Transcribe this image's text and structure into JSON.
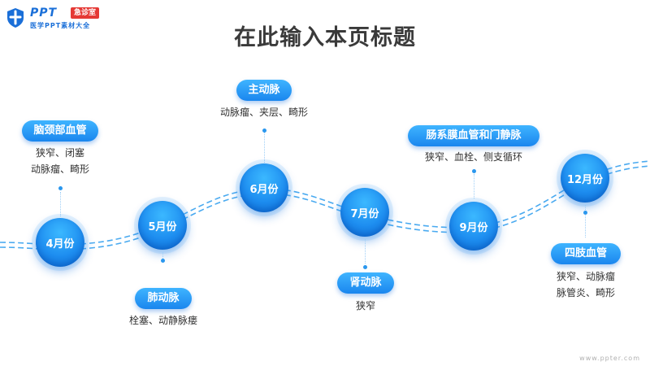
{
  "logo": {
    "brand": "PPT",
    "badge": "急诊室",
    "tagline": "医学PPT素材大全",
    "accent_color": "#1a6fd8",
    "badge_color": "#e53935"
  },
  "title": "在此输入本页标题",
  "timeline": [
    {
      "month": "4月份",
      "label": "脑颈部血管",
      "desc1": "狭窄、闭塞",
      "desc2": "动脉瘤、畸形"
    },
    {
      "month": "5月份",
      "label": "肺动脉",
      "desc1": "栓塞、动静脉瘘",
      "desc2": ""
    },
    {
      "month": "6月份",
      "label": "主动脉",
      "desc1": "动脉瘤、夹层、畸形",
      "desc2": ""
    },
    {
      "month": "7月份",
      "label": "肾动脉",
      "desc1": "狭窄",
      "desc2": ""
    },
    {
      "month": "9月份",
      "label": "肠系膜血管和门静脉",
      "desc1": "狭窄、血栓、侧支循环",
      "desc2": ""
    },
    {
      "month": "12月份",
      "label": "四肢血管",
      "desc1": "狭窄、动脉瘤",
      "desc2": "脉管炎、畸形"
    }
  ],
  "watermark": "www.ppter.com",
  "colors": {
    "primary": "#1e8ef0",
    "wave": "#4aaaf0",
    "title": "#3a3a3a"
  }
}
